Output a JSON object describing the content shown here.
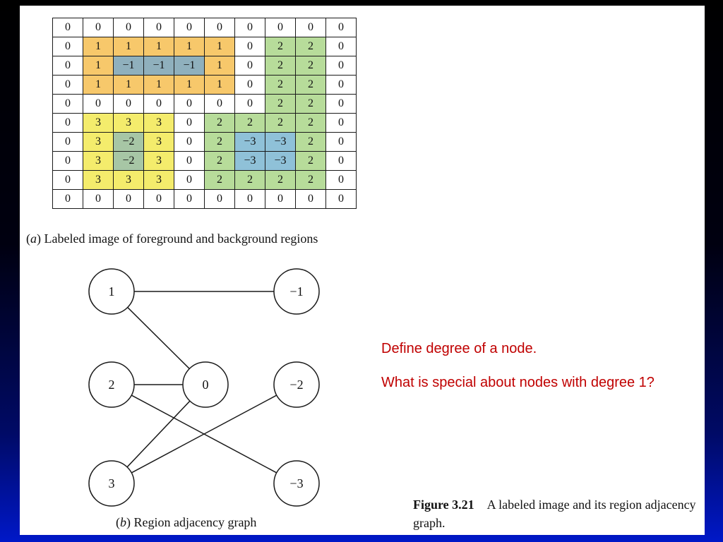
{
  "grid": {
    "caption_letter": "a",
    "caption": "Labeled image of foreground and background regions",
    "rows": [
      [
        "0",
        "0",
        "0",
        "0",
        "0",
        "0",
        "0",
        "0",
        "0",
        "0"
      ],
      [
        "0",
        "1",
        "1",
        "1",
        "1",
        "1",
        "0",
        "2",
        "2",
        "0"
      ],
      [
        "0",
        "1",
        "−1",
        "−1",
        "−1",
        "1",
        "0",
        "2",
        "2",
        "0"
      ],
      [
        "0",
        "1",
        "1",
        "1",
        "1",
        "1",
        "0",
        "2",
        "2",
        "0"
      ],
      [
        "0",
        "0",
        "0",
        "0",
        "0",
        "0",
        "0",
        "2",
        "2",
        "0"
      ],
      [
        "0",
        "3",
        "3",
        "3",
        "0",
        "2",
        "2",
        "2",
        "2",
        "0"
      ],
      [
        "0",
        "3",
        "−2",
        "3",
        "0",
        "2",
        "−3",
        "−3",
        "2",
        "0"
      ],
      [
        "0",
        "3",
        "−2",
        "3",
        "0",
        "2",
        "−3",
        "−3",
        "2",
        "0"
      ],
      [
        "0",
        "3",
        "3",
        "3",
        "0",
        "2",
        "2",
        "2",
        "2",
        "0"
      ],
      [
        "0",
        "0",
        "0",
        "0",
        "0",
        "0",
        "0",
        "0",
        "0",
        "0"
      ]
    ],
    "region_colors": {
      "1": "#f7c86b",
      "-1": "#8fb0bd",
      "2": "#b7dc9a",
      "3": "#f4ec6c",
      "-2": "#a7c6a5",
      "-3": "#8fc1d8"
    }
  },
  "graph": {
    "caption_letter": "b",
    "caption": "Region adjacency graph",
    "nodes": [
      {
        "id": "1",
        "label": "1"
      },
      {
        "id": "-1",
        "label": "−1"
      },
      {
        "id": "2",
        "label": "2"
      },
      {
        "id": "0",
        "label": "0"
      },
      {
        "id": "-2",
        "label": "−2"
      },
      {
        "id": "3",
        "label": "3"
      },
      {
        "id": "-3",
        "label": "−3"
      }
    ],
    "edges": [
      [
        "1",
        "-1"
      ],
      [
        "1",
        "0"
      ],
      [
        "2",
        "0"
      ],
      [
        "2",
        "-3"
      ],
      [
        "3",
        "0"
      ],
      [
        "3",
        "-2"
      ]
    ]
  },
  "questions": {
    "q1": "Define degree of a node.",
    "q2": "What is special about nodes with degree 1?"
  },
  "figure_caption": {
    "number": "Figure 3.21",
    "text": "A labeled image and its region adjacency graph."
  }
}
